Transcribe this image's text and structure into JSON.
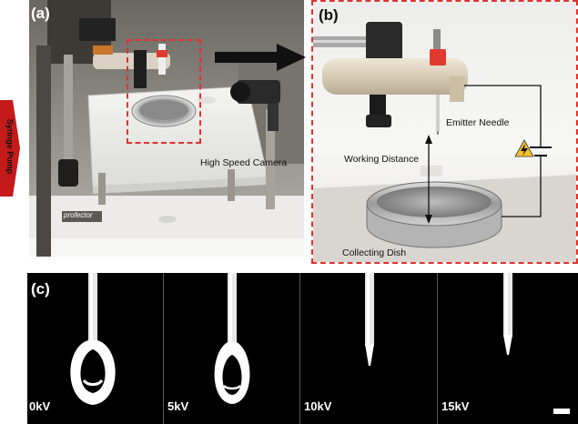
{
  "panels": {
    "a": {
      "label": "(a)",
      "side_label": "Syringe Pump",
      "camera_label": "High Speed Camera",
      "brand_label": "profector"
    },
    "b": {
      "label": "(b)",
      "emitter_label": "Emitter Needle",
      "distance_label": "Working Distance",
      "dish_label": "Collecting Dish"
    },
    "c": {
      "label": "(c)",
      "frames": [
        {
          "voltage": "0kV"
        },
        {
          "voltage": "5kV"
        },
        {
          "voltage": "10kV"
        },
        {
          "voltage": "15kV"
        }
      ]
    }
  },
  "colors": {
    "highlight_box": "#e0322e",
    "pump_arrow": "#c41a1a",
    "warning": "#f2c230"
  }
}
